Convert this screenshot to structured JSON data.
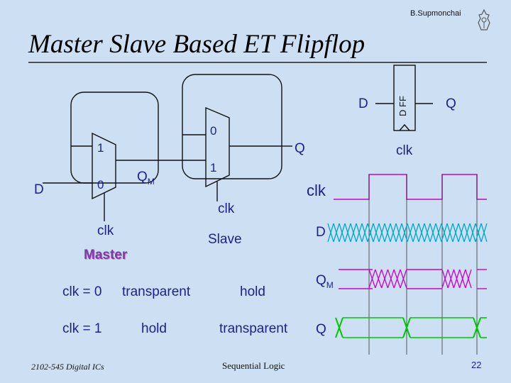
{
  "header": {
    "author": "B.Supmonchai",
    "title": "Master Slave Based ET Flipflop"
  },
  "dff": {
    "label": "D FF",
    "input": "D",
    "output": "Q",
    "clock": "clk"
  },
  "mux_master": {
    "in1": "1",
    "in0": "0",
    "output": "Q",
    "output_sub": "M",
    "select": "clk",
    "name": "Master",
    "input": "D"
  },
  "mux_slave": {
    "in0": "0",
    "in1": "1",
    "output": "Q",
    "select": "clk",
    "name": "Slave"
  },
  "table": {
    "rows": [
      {
        "condition": "clk = 0",
        "master": "transparent",
        "slave": "hold"
      },
      {
        "condition": "clk = 1",
        "master": "hold",
        "slave": "transparent"
      }
    ]
  },
  "waveforms": {
    "clk": {
      "label": "clk",
      "color": "#cc00cc"
    },
    "d": {
      "label": "D",
      "color": "#00a8c8"
    },
    "qm": {
      "label": "Q",
      "label_sub": "M",
      "color": "#cc00cc"
    },
    "q": {
      "label": "Q",
      "color": "#00c800"
    }
  },
  "footer": {
    "left": "2102-545 Digital ICs",
    "center": "Sequential Logic",
    "page": "22"
  },
  "colors": {
    "background": "#cde0f3",
    "text": "#1b1f8f",
    "master_label": "#7a3ea0"
  }
}
